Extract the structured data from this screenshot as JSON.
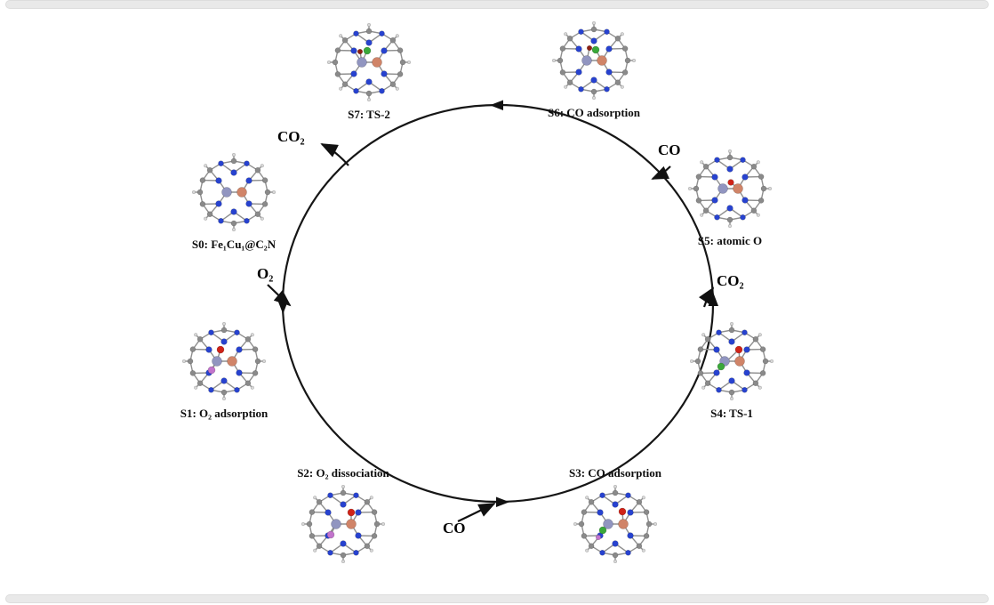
{
  "figure": {
    "type": "catalytic-cycle-diagram",
    "direction": "counterclockwise"
  },
  "cycle": {
    "states": [
      {
        "id": "S0",
        "label": "S0: Fe₁Cu₁@C₂N",
        "adsorbate": "none"
      },
      {
        "id": "S1",
        "label": "S1: O₂ adsorption",
        "adsorbate": "O2"
      },
      {
        "id": "S2",
        "label": "S2: O₂ dissociation",
        "adsorbate": "2O"
      },
      {
        "id": "S3",
        "label": "S3: CO adsorption",
        "adsorbate": "CO+O"
      },
      {
        "id": "S4",
        "label": "S4: TS-1",
        "adsorbate": "TS1"
      },
      {
        "id": "S5",
        "label": "S5: atomic O",
        "adsorbate": "O"
      },
      {
        "id": "S6",
        "label": "S6: CO adsorption",
        "adsorbate": "CO+O-top"
      },
      {
        "id": "S7",
        "label": "S7: TS-2",
        "adsorbate": "TS2"
      }
    ],
    "species": {
      "co2_top": "CO₂",
      "o2": "O₂",
      "co_bottom": "CO",
      "co2_right": "CO₂",
      "co_top": "CO"
    }
  },
  "colors": {
    "circle": "#161616",
    "bond": "#8f8f8f",
    "carbon": "#8a8a8a",
    "hydrogen": "#d8d8d8",
    "nitrogen": "#2742cf",
    "iron": "#9195c0",
    "copper": "#d08468",
    "oxygen": "#cf2318",
    "oxygen_violet": "#c274cc",
    "oxygen_dark": "#8e1f12",
    "co_carbon": "#3aa83a"
  }
}
